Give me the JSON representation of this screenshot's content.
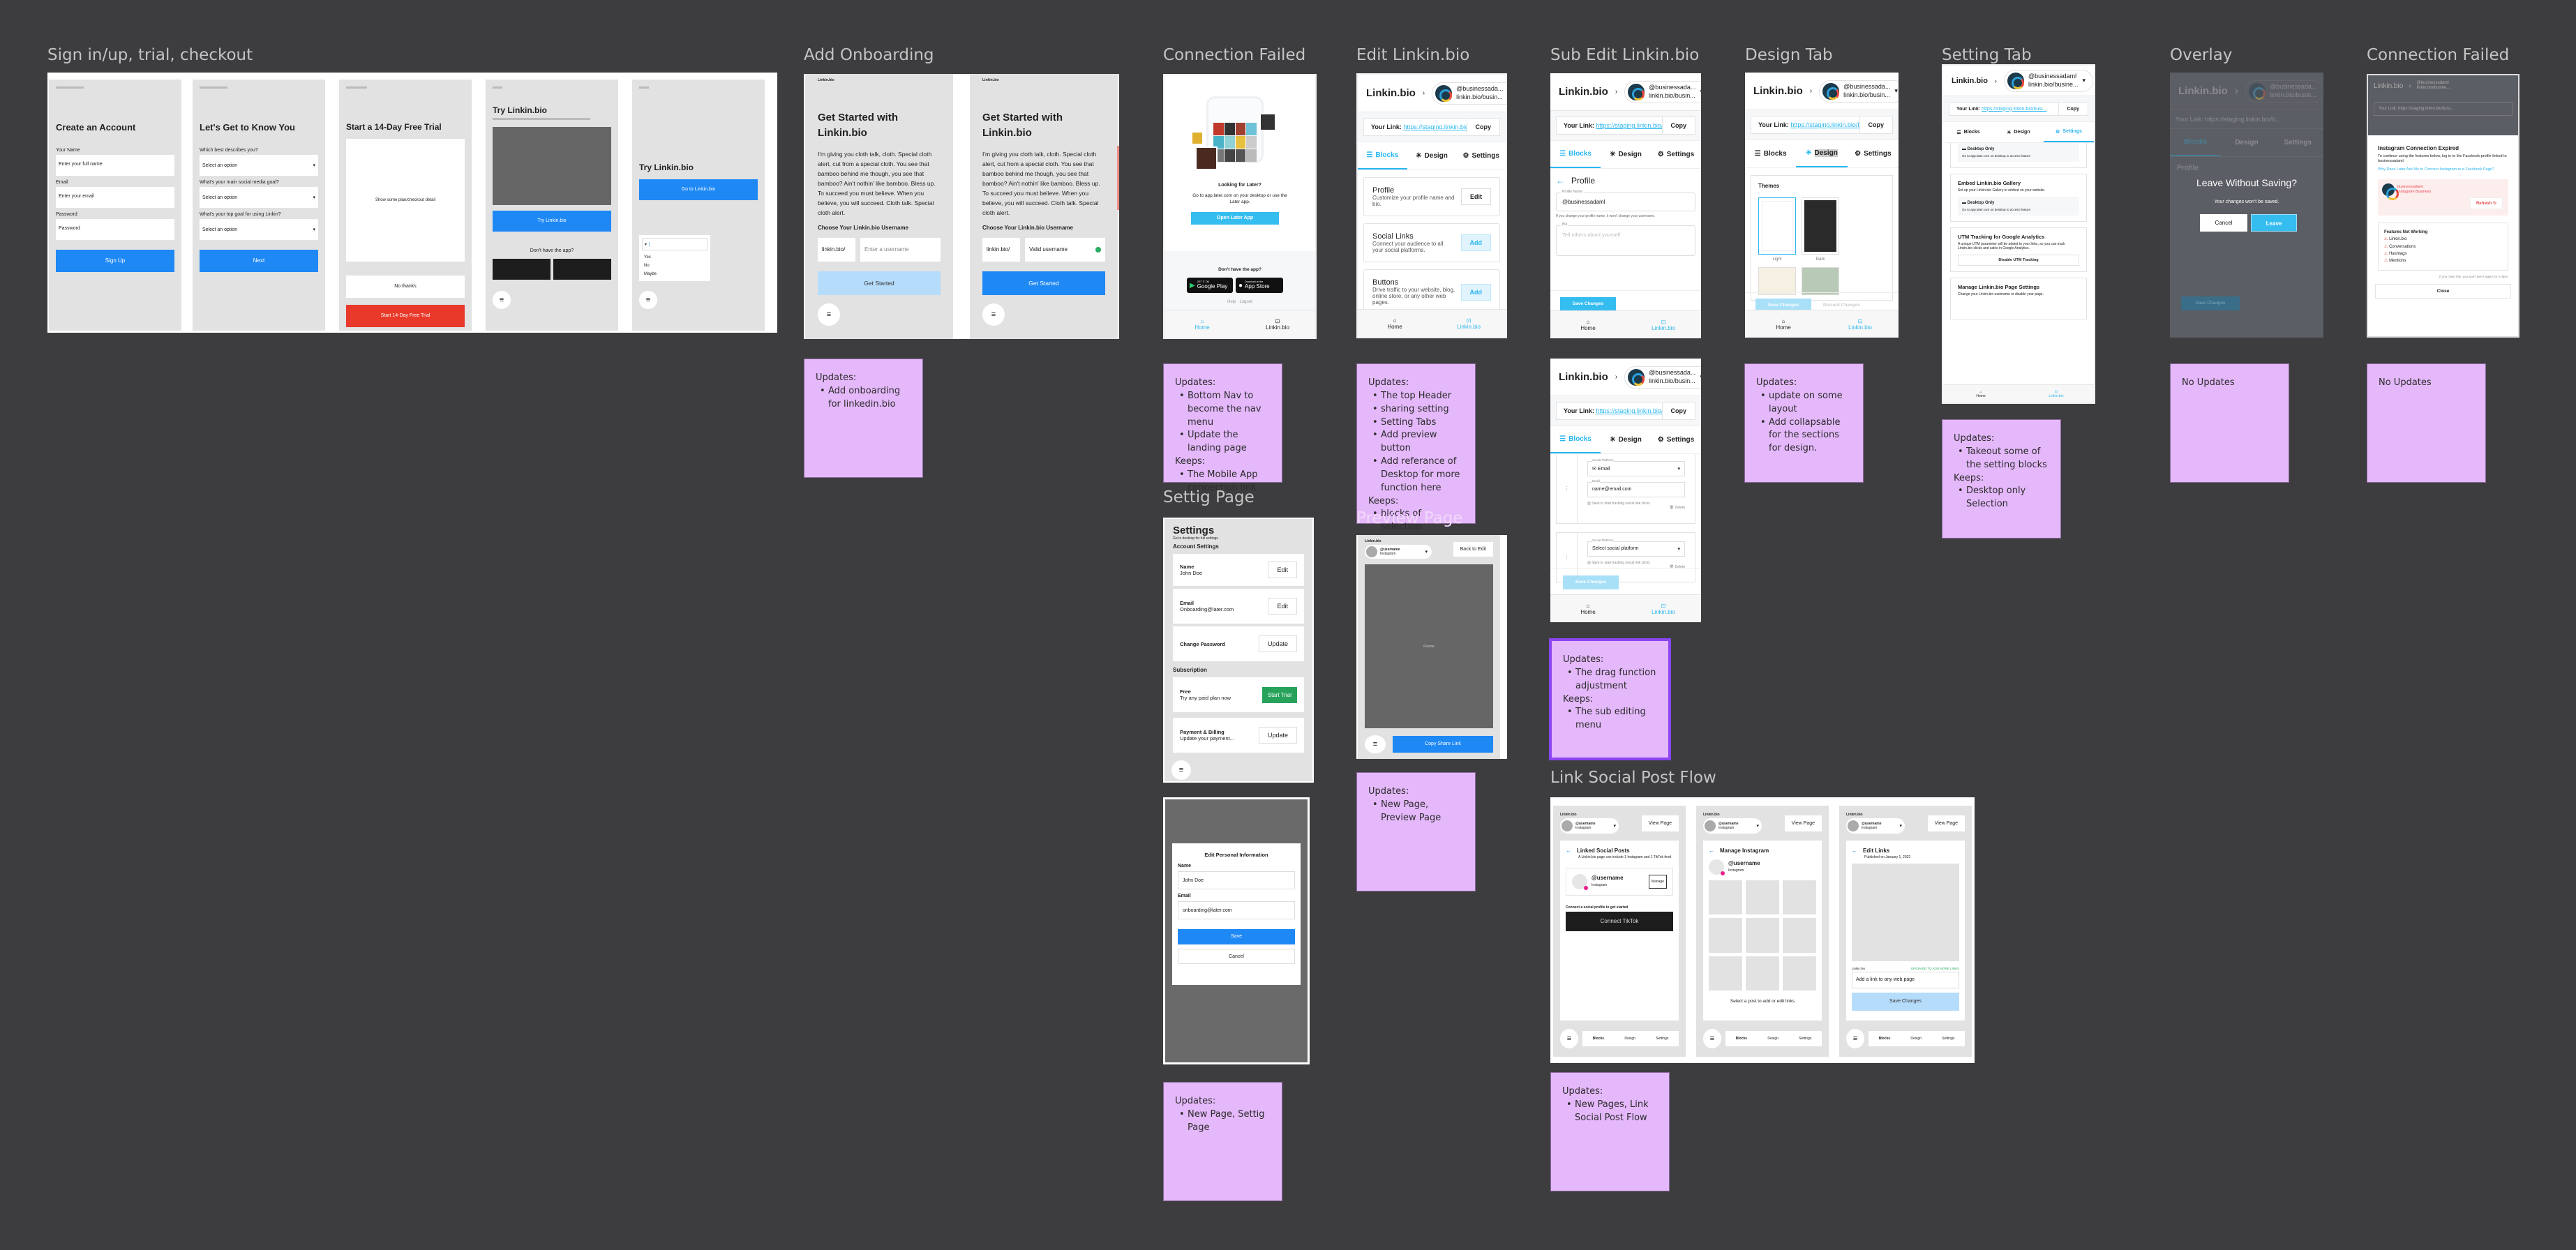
{
  "canvas": {
    "background": "#3d3d40",
    "sticky_color": "#e4b8fa",
    "accent_blue": "#1e88f5",
    "later_blue": "#29b6ef"
  },
  "sections": {
    "signin": {
      "title": "Sign in/up, trial, checkout",
      "screens": [
        {
          "title": "Create an Account",
          "fields": [
            "Your Name",
            "Email",
            "Password"
          ],
          "placeholders": [
            "Enter your full name",
            "Enter your email",
            "Password"
          ],
          "button": "Sign Up"
        },
        {
          "title": "Let's Get to Know You",
          "questions": [
            "Which best describes you?",
            "What's your main social media goal?",
            "What's your top goal for using Linkin?"
          ],
          "placeholder": "Select an option",
          "button": "Next"
        },
        {
          "title": "Start a 14-Day Free Trial",
          "body": "Show some plan/checkout detail",
          "secondary": "No thanks",
          "primary": "Start 14-Day Free Trial"
        },
        {
          "title": "Try Linkin.bio",
          "primary": "Try Linkin.bio",
          "question": "Don't have the app?"
        },
        {
          "title": "Try Linkin.bio",
          "primary": "Go to Linkin.bio",
          "dropdown": [
            "Yes",
            "No",
            "Maybe"
          ]
        }
      ]
    },
    "onboarding": {
      "title": "Add Onboarding",
      "brand": "Linkin.bio",
      "heading": "Get Started with Linkin.bio",
      "body": "I'm giving you cloth talk, cloth. Special cloth alert, cut from a special cloth. You see that bamboo behind me though, you see that bamboo? Ain't nothin' like bamboo. Bless up. To succeed you must believe. When you believe, you will succeed. Cloth talk. Special cloth alert.",
      "label": "Choose Your Linkin.bio Username",
      "prefix": "linkin.bio/",
      "placeholder": "Enter a username",
      "valid_value": "Valid username",
      "button": "Get Started",
      "note": {
        "heading": "Updates:",
        "items": [
          "Add onboarding for linkedin.bio"
        ]
      }
    },
    "connection_failed": {
      "title": "Connection Failed",
      "heading": "Looking for Later?",
      "body": "Go to app.later.com on your desktop or use the Later app.",
      "button": "Open Later App",
      "no_app": "Don't have the app?",
      "google_play": {
        "small": "GET IT ON",
        "big": "Google Play"
      },
      "app_store": {
        "small": "Download on the",
        "big": "App Store"
      },
      "links": [
        "Help",
        "Logout"
      ],
      "nav": [
        "Home",
        "Linkin.bio"
      ],
      "note": {
        "heading": "Updates:",
        "items": [
          "Bottom Nav to become the nav menu",
          "Update the landing page"
        ],
        "keeps_heading": "Keeps:",
        "keeps": [
          "The Mobile App connection link"
        ]
      }
    },
    "edit_linkin": {
      "title": "Edit Linkin.bio",
      "brand": "Linkin.bio",
      "account_handle": "@businessada...",
      "account_url": "linkin.bio/busin...",
      "your_link_label": "Your Link:",
      "your_link": "https://staging.linkin.bio/b...",
      "copy": "Copy",
      "tabs": [
        "Blocks",
        "Design",
        "Settings"
      ],
      "blocks": [
        {
          "title": "Profile",
          "desc": "Customize your profile name and bio.",
          "action": "Edit"
        },
        {
          "title": "Social Links",
          "desc": "Connect your audience to all your social platforms.",
          "action": "Add"
        },
        {
          "title": "Buttons",
          "desc": "Drive traffic to your website, blog, online store, or any other web pages.",
          "action": "Add"
        }
      ],
      "nav": [
        "Home",
        "Linkin.bio"
      ],
      "note": {
        "heading": "Updates:",
        "items": [
          "The top Header",
          "sharing setting",
          "Setting Tabs",
          "Add preview button",
          "Add referance of Desktop for more function here"
        ],
        "keeps_heading": "Keeps:",
        "keeps": [
          "blocks of selection elements"
        ]
      }
    },
    "settings_page": {
      "title": "Settig Page",
      "heading": "Settings",
      "sub": "Go to desktop for full settings",
      "account_heading": "Account Settings",
      "rows": [
        {
          "label": "Name",
          "value": "John Doe",
          "action": "Edit"
        },
        {
          "label": "Email",
          "value": "Onboarding@later.com",
          "action": "Edit"
        },
        {
          "label": "Change Password",
          "value": "",
          "action": "Update"
        }
      ],
      "subscription_heading": "Subscription",
      "sub_rows": [
        {
          "label": "Free",
          "value": "Try any paid plan now",
          "action": "Start Trial"
        },
        {
          "label": "Payment & Billing",
          "value": "Update your payment...",
          "action": "Update"
        }
      ],
      "modal": {
        "title": "Edit Personal Information",
        "name_label": "Name",
        "name_value": "John Doe",
        "email_label": "Email",
        "email_value": "onboarding@later.com",
        "save": "Save",
        "cancel": "Cancel"
      },
      "note": {
        "heading": "Updates:",
        "items": [
          "New Page, Settig Page"
        ]
      }
    },
    "preview_page": {
      "title": "Preview Page",
      "brand": "Linkin.bio",
      "username": "@username",
      "platform": "Instagram",
      "back": "Back to Edit",
      "iframe": "iFrame",
      "copy": "Copy Share Link",
      "note": {
        "heading": "Updates:",
        "items": [
          "New Page, Preview Page"
        ]
      }
    },
    "sub_edit": {
      "title": "Sub Edit Linkin.bio",
      "profile": "Profile",
      "profile_name_label": "Profile Name",
      "profile_name_value": "@businessadaml",
      "hint": "If you change your profile name, it won't change your username.",
      "bio_label": "Bio",
      "bio_placeholder": "Tell others about yourself",
      "save": "Save Changes",
      "social_label": "Social Platform",
      "email_option": "Email",
      "email_label": "Email",
      "email_value": "name@email.com",
      "tracking": "Save to start tracking social link clicks",
      "delete": "Delete",
      "select_placeholder": "Select social platform",
      "note": {
        "heading": "Updates:",
        "items": [
          "The drag function adjustment"
        ],
        "keeps_heading": "Keeps:",
        "keeps": [
          "The sub editing menu"
        ]
      }
    },
    "design_tab": {
      "title": "Design Tab",
      "themes_heading": "Themes",
      "themes": [
        "Light",
        "Dark"
      ],
      "save": "Save Changes",
      "discard": "Discard Changes",
      "note": {
        "heading": "Updates:",
        "items": [
          "update on some layout",
          "Add collapsable for the sections for design."
        ]
      }
    },
    "setting_tab": {
      "title": "Setting Tab",
      "account_handle": "@businessadaml",
      "account_url": "linkin.bio/busine...",
      "your_link": "https://staging.linkin.bio/busi...",
      "desktop_only": "Desktop Only",
      "desktop_hint": "Go to app.later.com on desktop to access feature",
      "blocks": [
        {
          "title": "Embed Linkin.bio Gallery",
          "desc": "Set up your Linkin.bio Gallery to embed on your website."
        },
        {
          "title": "UTM Tracking for Google Analytics",
          "desc": "A unique UTM parameter will be added to your links, so you can track Linkin.bio clicks and sales in Google Analytics.",
          "action": "Disable UTM Tracking"
        },
        {
          "title": "Manage Linkin.bio Page Settings",
          "desc": "Change your Linkin.bio username or disable your page."
        }
      ],
      "note": {
        "heading": "Updates:",
        "items": [
          "Takeout some of the setting blocks"
        ],
        "keeps_heading": "Keeps:",
        "keeps": [
          "Desktop only Selection"
        ]
      }
    },
    "overlay": {
      "title": "Overlay",
      "heading": "Leave Without Saving?",
      "body": "Your changes won't be saved.",
      "cancel": "Cancel",
      "leave": "Leave",
      "note": {
        "text": "No Updates"
      }
    },
    "connection_failed_2": {
      "title": "Connection Failed",
      "heading": "Instagram Connection Expired",
      "body": "To continue using the features below, log in to the Facebook profile linked to businessadaml.",
      "link": "Why Does Later Ask Me to Connect Instagram to a Facebook Page?",
      "account": "businessadaml",
      "account_type": "Instagram Business",
      "refresh": "Refresh",
      "features_heading": "Features Not Working",
      "features": [
        "Linkin.bio",
        "Conversations",
        "Hashtags",
        "Mentions"
      ],
      "footer": "If you close this, you won't see it again for 4 days.",
      "close": "Close",
      "note": {
        "text": "No Updates"
      }
    },
    "link_social": {
      "title": "Link Social Post Flow",
      "brand": "Linkin.bio",
      "username": "@username",
      "platform": "Instagram",
      "view_page": "View Page",
      "screens": [
        {
          "title": "Linked Social Posts",
          "desc": "A Linkin.bio page can include 1 Instagram and 1 TikTok feed",
          "manage": "Manage",
          "connect_hint": "Connect a social profile to get started",
          "connect": "Connect TikTok"
        },
        {
          "title": "Manage Instagram",
          "hint": "Select a post to add or edit links"
        },
        {
          "title": "Edit Links",
          "date": "Published on January 1, 2022",
          "link_label": "Linkin.bio",
          "upgrade": "UPGRADE TO ADD MORE LINKS",
          "placeholder": "Add a link to any web page",
          "save": "Save Changes"
        }
      ],
      "bottom_tabs": [
        "Blocks",
        "Design",
        "Settings"
      ],
      "note": {
        "heading": "Updates:",
        "items": [
          "New Pages, Link Social Post Flow"
        ]
      }
    }
  }
}
